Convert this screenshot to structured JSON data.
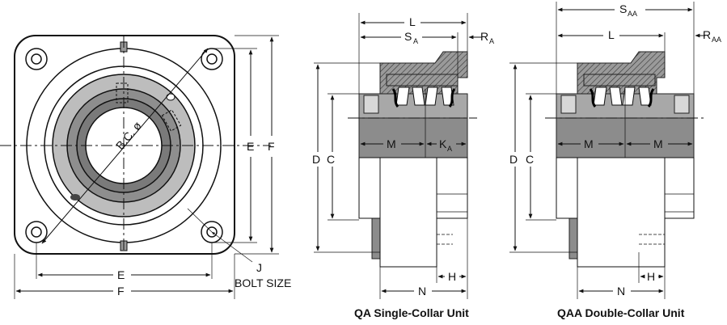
{
  "front_view": {
    "labels": {
      "bc": "B.C. ø",
      "e_vert": "E",
      "f_vert": "F",
      "e_horiz": "E",
      "f_horiz": "F",
      "j": "J",
      "bolt_size": "BOLT SIZE"
    }
  },
  "qa_view": {
    "caption": "QA Single-Collar Unit",
    "labels": {
      "L": "L",
      "S": "S",
      "S_sub": "A",
      "R": "R",
      "R_sub": "A",
      "M": "M",
      "K": "K",
      "K_sub": "A",
      "D": "D",
      "C": "C",
      "H": "H",
      "N": "N"
    }
  },
  "qaa_view": {
    "caption": "QAA Double-Collar Unit",
    "labels": {
      "S": "S",
      "S_sub": "AA",
      "L": "L",
      "R": "R",
      "R_sub": "AA",
      "M1": "M",
      "M2": "M",
      "D": "D",
      "C": "C",
      "H": "H",
      "N": "N"
    }
  }
}
